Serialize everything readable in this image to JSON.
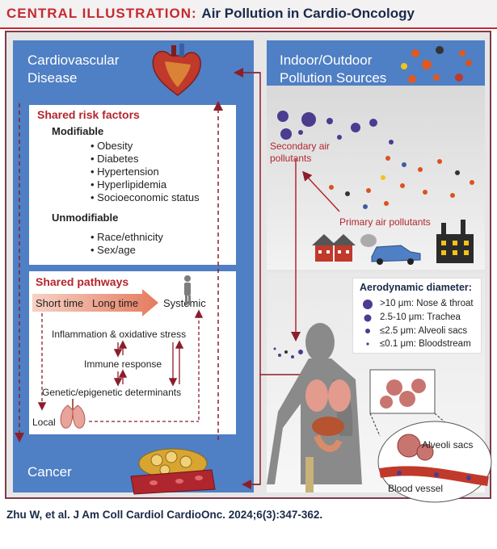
{
  "header": {
    "label": "CENTRAL ILLUSTRATION:",
    "title": "Air Pollution in Cardio-Oncology"
  },
  "cardio": {
    "title": "Cardiovascular Disease"
  },
  "cancer": {
    "title": "Cancer"
  },
  "risk": {
    "heading": "Shared risk factors",
    "modifiable_label": "Modifiable",
    "modifiable": [
      "Obesity",
      "Diabetes",
      "Hypertension",
      "Hyperlipidemia",
      "Socioeconomic status"
    ],
    "unmodifiable_label": "Unmodifiable",
    "unmodifiable": [
      "Race/ethnicity",
      "Sex/age"
    ]
  },
  "pathways": {
    "heading": "Shared pathways",
    "short_time": "Short time",
    "long_time": "Long time",
    "systemic": "Systemic",
    "inflammation": "Inflammation & oxidative stress",
    "immune": "Immune response",
    "genetic": "Genetic/epigenetic determinants",
    "local": "Local"
  },
  "pollution": {
    "title": "Indoor/Outdoor Pollution Sources",
    "secondary": "Secondary air pollutants",
    "primary": "Primary air pollutants"
  },
  "aero": {
    "heading": "Aerodynamic diameter:",
    "items": [
      ">10 μm: Nose & throat",
      "2.5-10 μm: Trachea",
      "≤2.5 μm: Alveoli sacs",
      "≤0.1 μm: Bloodstream"
    ]
  },
  "anatomy": {
    "alveoli": "Alveoli sacs",
    "vessel": "Blood vessel"
  },
  "footer": {
    "citation": "Zhu W, et al. J Am Coll Cardiol CardioOnc. 2024;6(3):347-362."
  },
  "colors": {
    "accent": "#c62a30",
    "blue": "#4f7fc4",
    "dark_red": "#8b1e2b"
  }
}
